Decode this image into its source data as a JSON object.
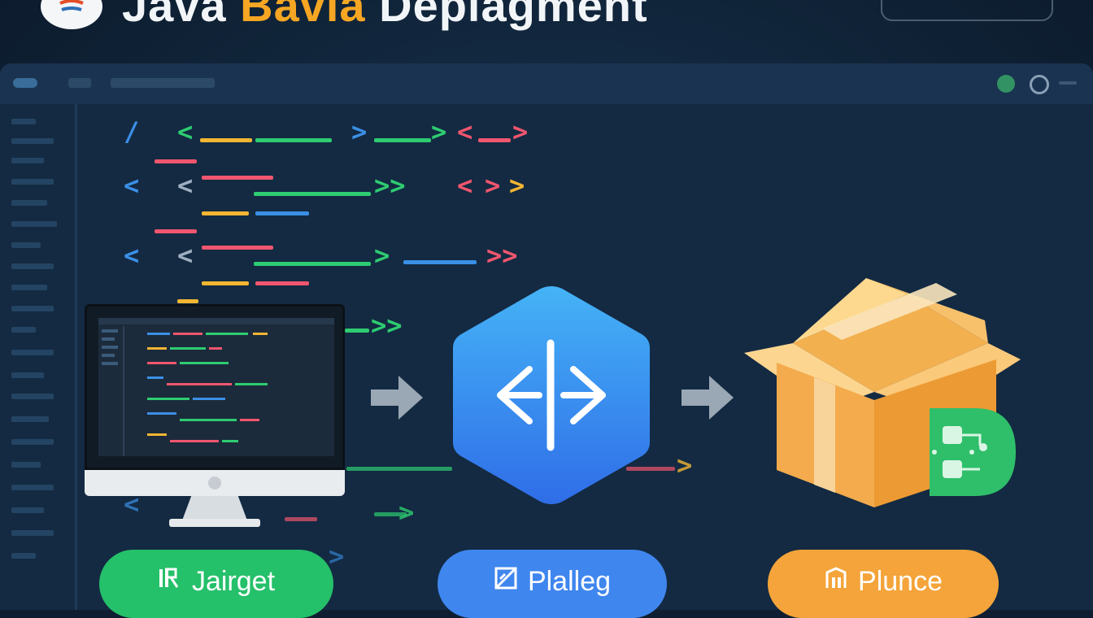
{
  "header": {
    "title_part1": "Java",
    "title_part2": "Bavia",
    "title_part3": "Deplagment"
  },
  "code_symbols": {
    "lt": "<",
    "gt": ">",
    "gtgt": ">>",
    "slash": "/"
  },
  "pipeline": {
    "steps": [
      {
        "label": "Jairget",
        "icon": "build-icon",
        "color": "#25c06a"
      },
      {
        "label": "Plalleg",
        "icon": "package-icon",
        "color": "#3f86ee"
      },
      {
        "label": "Plunce",
        "icon": "deploy-icon",
        "color": "#f4a43a"
      }
    ]
  },
  "colors": {
    "background": "#0f1f31",
    "accent_orange": "#f5a623",
    "code_green": "#2ecc71",
    "code_blue": "#3b8fe6",
    "code_pink": "#f0566e",
    "code_yellow": "#f2b632"
  }
}
